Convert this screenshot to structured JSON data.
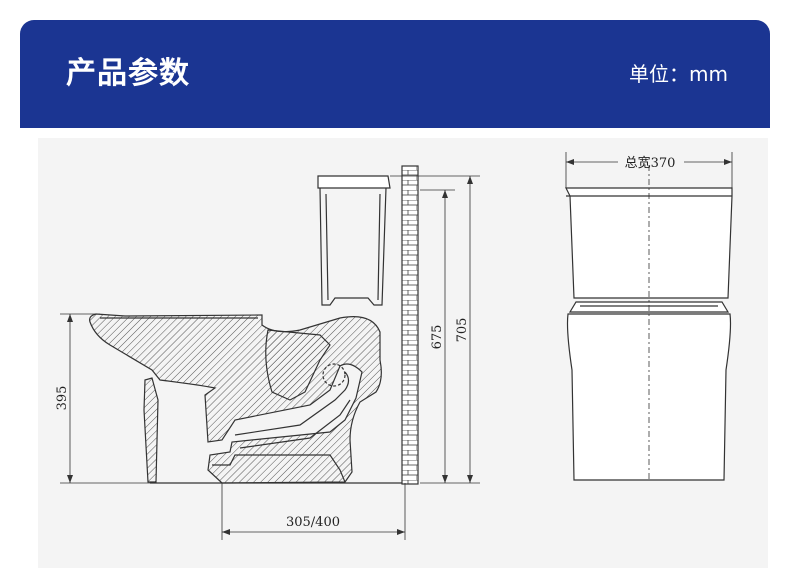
{
  "header": {
    "title": "产品参数",
    "unit_label": "单位：mm"
  },
  "dimensions": {
    "total_width": "总宽370",
    "height_675": "675",
    "height_705": "705",
    "height_395": "395",
    "pit_distance": "305/400"
  },
  "colors": {
    "header_bg": "#1b3592",
    "header_text": "#ffffff",
    "line": "#333333"
  }
}
